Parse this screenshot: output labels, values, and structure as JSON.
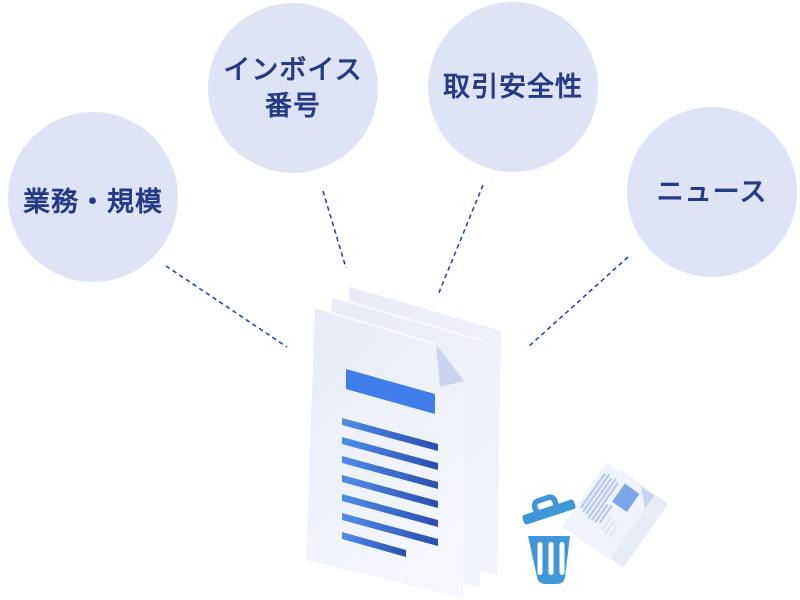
{
  "page": {
    "description": "Diagram: four topic bubbles linked by dashed lines to a discarded document stack with trash can",
    "background": "#ffffff"
  },
  "bubbles": [
    {
      "id": "business-scale",
      "lines": [
        "業務・規模"
      ]
    },
    {
      "id": "invoice-number",
      "lines": [
        "インボイス",
        "番号"
      ]
    },
    {
      "id": "transaction-safety",
      "lines": [
        "取引安全性"
      ]
    },
    {
      "id": "news",
      "lines": [
        "ニュース"
      ]
    }
  ],
  "palette": {
    "background": "#ffffff",
    "bubble_fill": "#dfe3f6",
    "label_text": "#233a85",
    "dashed_line": "#2b4a9b",
    "page_fill_light": "#f4f6fd",
    "page_fill_dark": "#e8ebf7",
    "doc_header_blue": "#3f7de9",
    "doc_line_light": "#4f8ce9",
    "doc_line_dark": "#2a4fae",
    "fold_fill": "#ccd3ee",
    "trash_blue": "#3f97d9",
    "mini_line": "#b7c8ee",
    "mini_block": "#7da6ea",
    "mini_fold": "#c6d4f1"
  }
}
